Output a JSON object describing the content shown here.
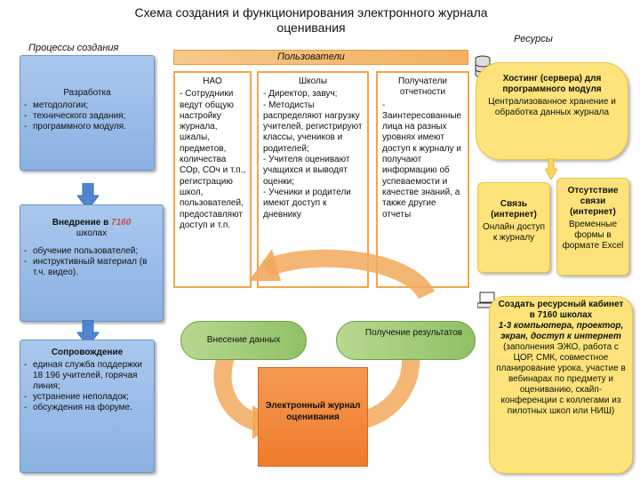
{
  "title": "Схема создания и функционирования электронного журнала\nоценивания",
  "headers": {
    "processes": "Процессы создания",
    "users": "Пользователи",
    "resources": "Ресурсы"
  },
  "processes": {
    "dev": {
      "title": "Разработка",
      "items": [
        "методологии;",
        "технического задания;",
        "программного модуля."
      ]
    },
    "impl": {
      "title_pre": "Внедрение в",
      "title_num": "7160",
      "title_post": "школах",
      "items": [
        "обучение пользователей;",
        "инструктивный материал (в т.ч. видео)."
      ]
    },
    "support": {
      "title": "Сопровождение",
      "items": [
        "единая служба поддержки 18 196 учителей, горячая линия;",
        "устранение неполадок;",
        "обсуждения на форуме."
      ]
    }
  },
  "users": {
    "nao": {
      "title": "НАО",
      "text": "- Сотрудники ведут общую настройку журнала, шкалы, предметов, количества СОр, СОч и т.п., регистрацию школ, пользователей, предоставляют доступ и т.п."
    },
    "schools": {
      "title": "Школы",
      "text": "- Директор, завуч;\n- Методисты распределяют нагрузку учителей, регистрируют классы, учеников и родителей;\n- Учителя оценивают учащихся и выводят оценки;\n- Ученики и родители имеют доступ к дневнику"
    },
    "recipients": {
      "title": "Получатели отчетности",
      "text": "-\nЗаинтересованные лица на разных уровнях имеют доступ к журналу и получают информацию об успеваемости и качестве знаний, а также другие отчеты"
    }
  },
  "cycle": {
    "input": "Внесение данных",
    "results": "Получение результатов",
    "journal": "Электронный журнал оценивания"
  },
  "resources": {
    "hosting_title": "Хостинг (сервера) для программного модуля",
    "hosting_text": "Централизованное хранение и обработка данных журнала",
    "link_title": "Связь (интернет)",
    "link_text": "Онлайн доступ к журналу",
    "no_link_title": "Отсутствие связи (интернет)",
    "no_link_text": "Временные формы в формате Excel",
    "cabinet_title": "Создать ресурсный кабинет в 7160 школах",
    "cabinet_italic": "1-3 компьютера, проектор, экран, доступ к интернет",
    "cabinet_text": "(заполнения ЭЖО, работа с ЦОР, СМК, совместное планирование урока, участие в вебинарах по предмету и оцениванию, скайп-конференции с коллегами из пилотных школ или НИШ)"
  },
  "icons": {
    "database": "database-icon",
    "computer": "computer-icon"
  },
  "colors": {
    "blue": "#8bb1e3",
    "orange": "#f4b161",
    "yellow": "#fde37a",
    "green": "#8fc166",
    "orange_dark": "#f07b2a"
  }
}
